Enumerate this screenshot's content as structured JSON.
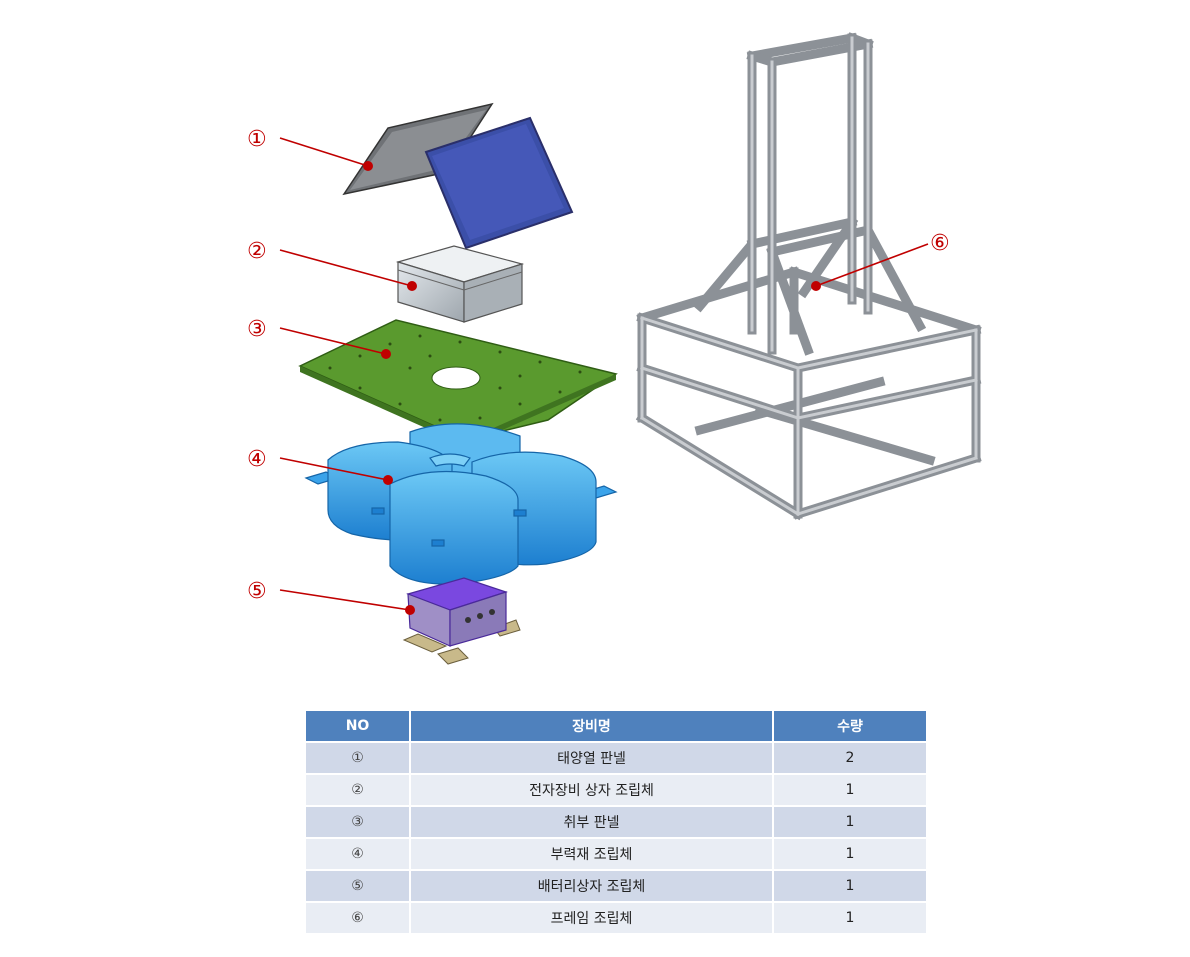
{
  "callouts": [
    "①",
    "②",
    "③",
    "④",
    "⑤",
    "⑥"
  ],
  "table": {
    "headers": [
      "NO",
      "장비명",
      "수량"
    ],
    "rows": [
      {
        "no": "①",
        "name": "태양열 판넬",
        "qty": "2"
      },
      {
        "no": "②",
        "name": "전자장비 상자 조립체",
        "qty": "1"
      },
      {
        "no": "③",
        "name": "취부 판넬",
        "qty": "1"
      },
      {
        "no": "④",
        "name": "부력재 조립체",
        "qty": "1"
      },
      {
        "no": "⑤",
        "name": "배터리상자 조립체",
        "qty": "1"
      },
      {
        "no": "⑥",
        "name": "프레임 조립체",
        "qty": "1"
      }
    ]
  },
  "colors": {
    "callout_red": "#c00000",
    "solar_panel": "#3b4fa8",
    "mount_panel": "#5a9a2e",
    "float_blue": "#2f9ee6",
    "battery_purple": "#7a48e0",
    "frame_gray": "#9aa0a6",
    "header_blue": "#4f81bd"
  }
}
